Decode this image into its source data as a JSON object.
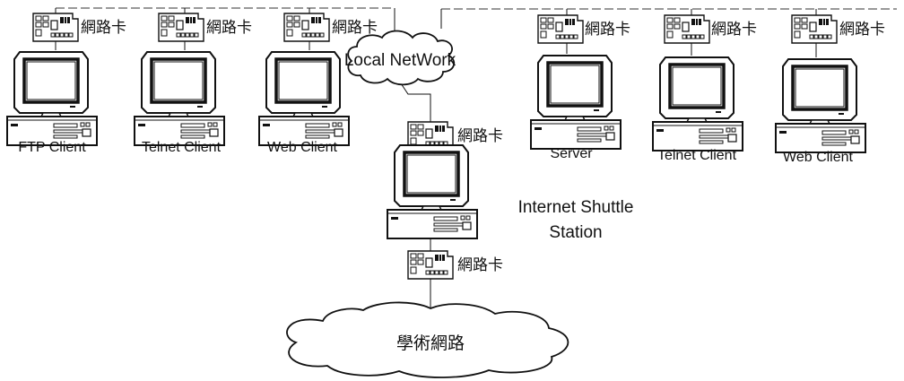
{
  "network_card_label": "網路卡",
  "local_network_label": "Local NetWork",
  "academic_network_label": "學術網路",
  "shuttle_label_line1": "Internet Shuttle",
  "shuttle_label_line2": "Station",
  "left_clients": [
    "FTP Client",
    "Telnet Client",
    "Web Client"
  ],
  "right_clients": [
    "Server",
    "Telnet Client",
    "Web Client"
  ],
  "icons": {
    "computer": "desktop-computer-icon",
    "card": "network-card-icon",
    "cloud": "cloud-icon"
  }
}
